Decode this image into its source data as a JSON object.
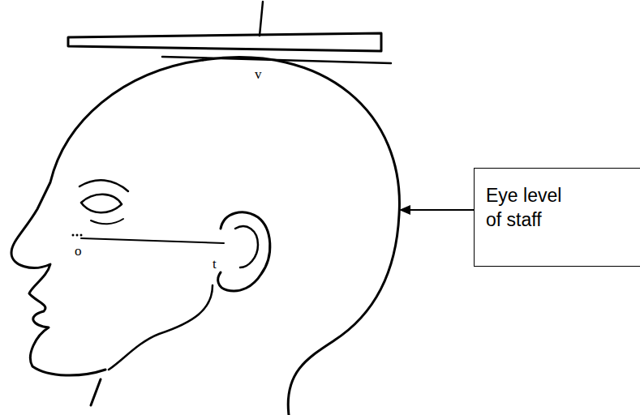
{
  "diagram": {
    "nodes": [
      {
        "text": [
          "Eye level of staff"
        ]
      }
    ],
    "labels": [
      "v",
      "o",
      "t"
    ]
  }
}
